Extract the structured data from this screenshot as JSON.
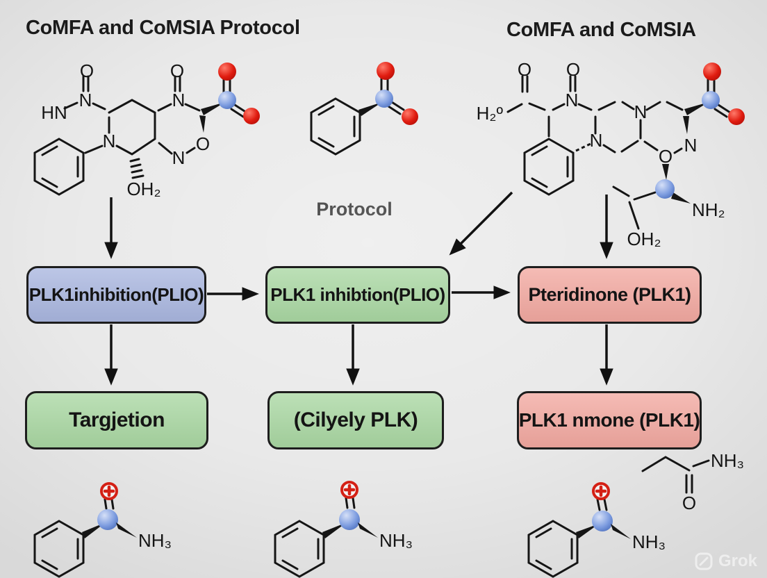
{
  "colors": {
    "bg": "#e9e9e9",
    "box_blue": "#a9b6df",
    "box_green": "#a9d7a2",
    "box_red": "#f2a8a0",
    "box_border": "#1d1d1d",
    "bond": "#151515",
    "atom_blue": "#6f92db",
    "atom_red": "#d42015",
    "ink": "#161616"
  },
  "headings": {
    "top_left": "CoMFA and CoMSIA Protocol",
    "top_right": "CoMFA and CoMSIA",
    "center": "Protocol"
  },
  "flowchart": {
    "row1": [
      {
        "label": "PLK1inhibition(PLIO)",
        "color": "blue"
      },
      {
        "label": "PLK1 inhibtion(PLIO)",
        "color": "green"
      },
      {
        "label": "Pteridinone (PLK1)",
        "color": "red"
      }
    ],
    "row2": [
      {
        "label": "Targjetion",
        "color": "green"
      },
      {
        "label": "(Cilyely PLK)",
        "color": "green"
      },
      {
        "label": "PLK1 nmone (PLK1)",
        "color": "red"
      }
    ]
  },
  "molecules": {
    "top_left_labels": {
      "o_left": "O",
      "n_acyl": "N",
      "hn": "HN",
      "o_right": "O",
      "n_top": "N",
      "n_ring": "N",
      "oh2": "OH₂",
      "n_bottom": "N",
      "o_ring": "O"
    },
    "top_right_labels": {
      "h2o": "H₂º",
      "o_left": "O",
      "o_top": "O",
      "n_top": "N",
      "n_mid": "N",
      "n_junc": "N",
      "n_right": "N",
      "o_ring": "O",
      "nh2": "NH₂",
      "oh2": "OH₂"
    },
    "bottom_left_labels": {
      "nh3": "NH₃"
    },
    "bottom_middle_labels": {
      "nh3": "NH₃"
    },
    "bottom_right_labels": {
      "nh3": "NH₃"
    },
    "amide_labels": {
      "o": "O",
      "nh3": "NH₃"
    }
  },
  "watermark": {
    "label": "Grok"
  }
}
